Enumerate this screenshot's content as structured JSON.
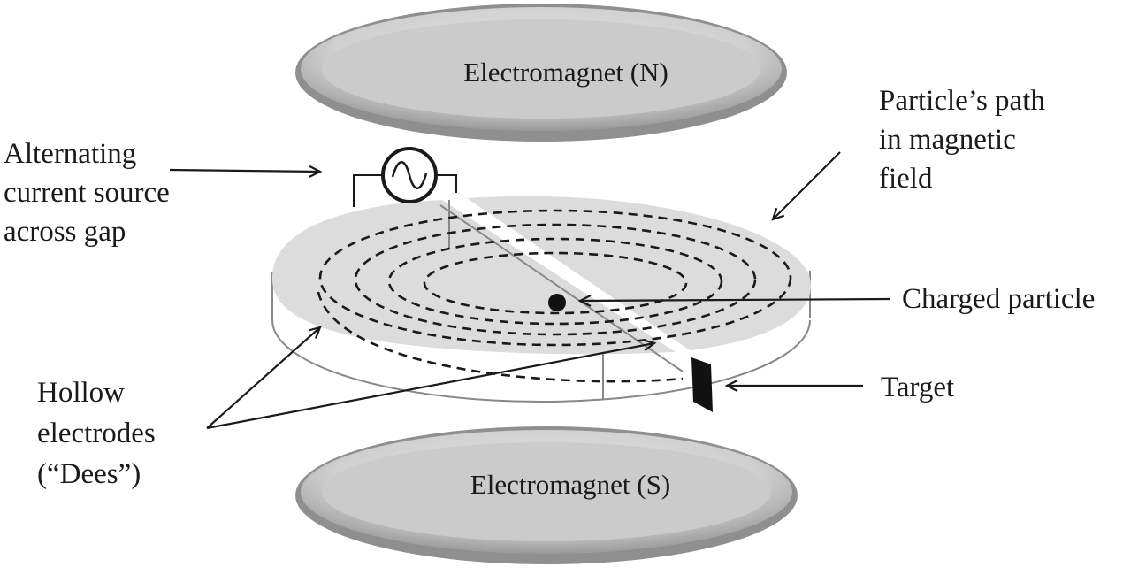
{
  "magnets": {
    "north_label": "Electromagnet (N)",
    "south_label": "Electromagnet (S)"
  },
  "labels": {
    "ac_source": [
      "Alternating",
      "current source",
      "across gap"
    ],
    "particle_path": [
      "Particle’s path",
      "in magnetic",
      "field"
    ],
    "charged_particle": "Charged particle",
    "target": "Target",
    "dees": [
      "Hollow",
      "electrodes",
      "(“Dees”)"
    ]
  },
  "icons": {
    "ac_source": "ac-sine-wave-icon"
  },
  "colors": {
    "magnet_fill": "#c6c6c6",
    "dee_fill": "#dcdcdc",
    "outline": "#1a1a1a",
    "target": "#111111"
  }
}
